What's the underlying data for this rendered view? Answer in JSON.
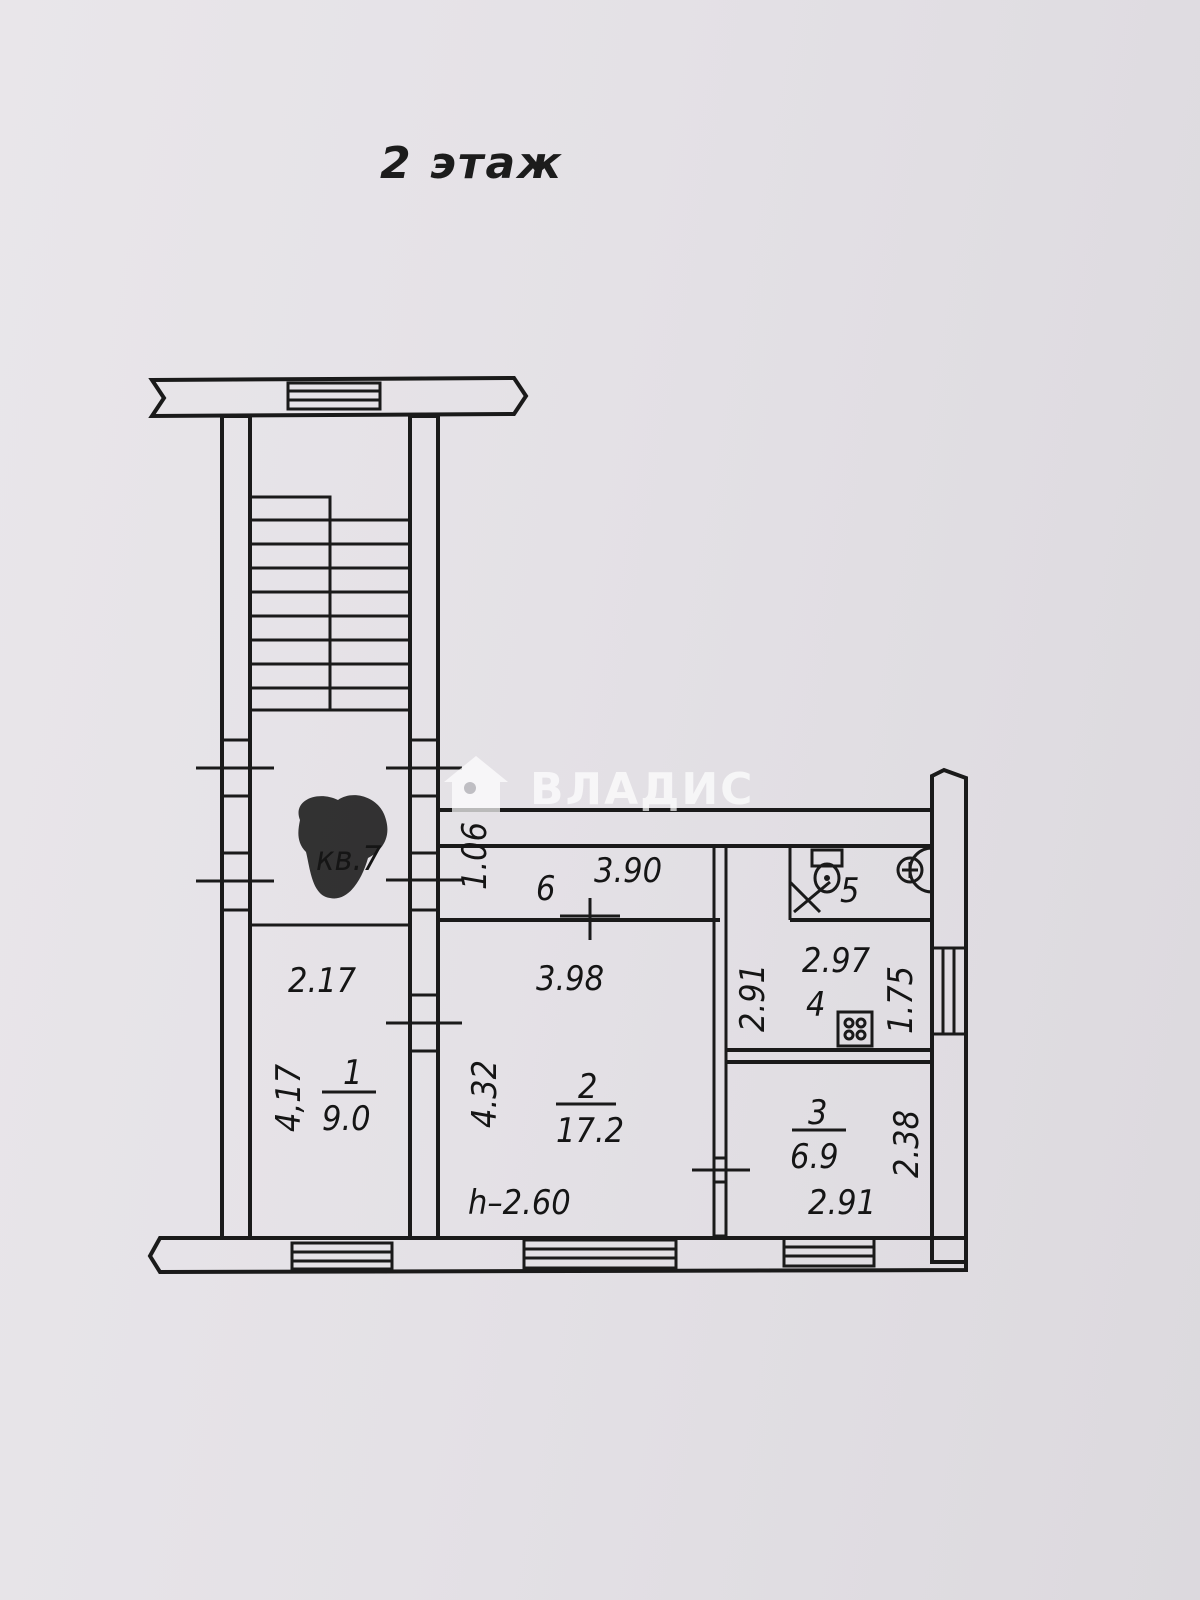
{
  "floor_title": "2 этаж",
  "watermark": "ВЛАДИС",
  "apartment_label": "кв.7",
  "ceiling_height": "h–2.60",
  "rooms": [
    {
      "number": "1",
      "area": "9.0",
      "width": "2.17",
      "length": "4,17"
    },
    {
      "number": "2",
      "area": "17.2",
      "width": "3.98",
      "length": "4.32"
    },
    {
      "number": "3",
      "area": "6.9",
      "width": "2.91",
      "length": "2.38"
    },
    {
      "number": "4",
      "width": "2.97",
      "length": "1.75",
      "side": "2.91"
    },
    {
      "number": "5"
    },
    {
      "number": "6",
      "width": "3.90",
      "length": "1.06"
    }
  ]
}
